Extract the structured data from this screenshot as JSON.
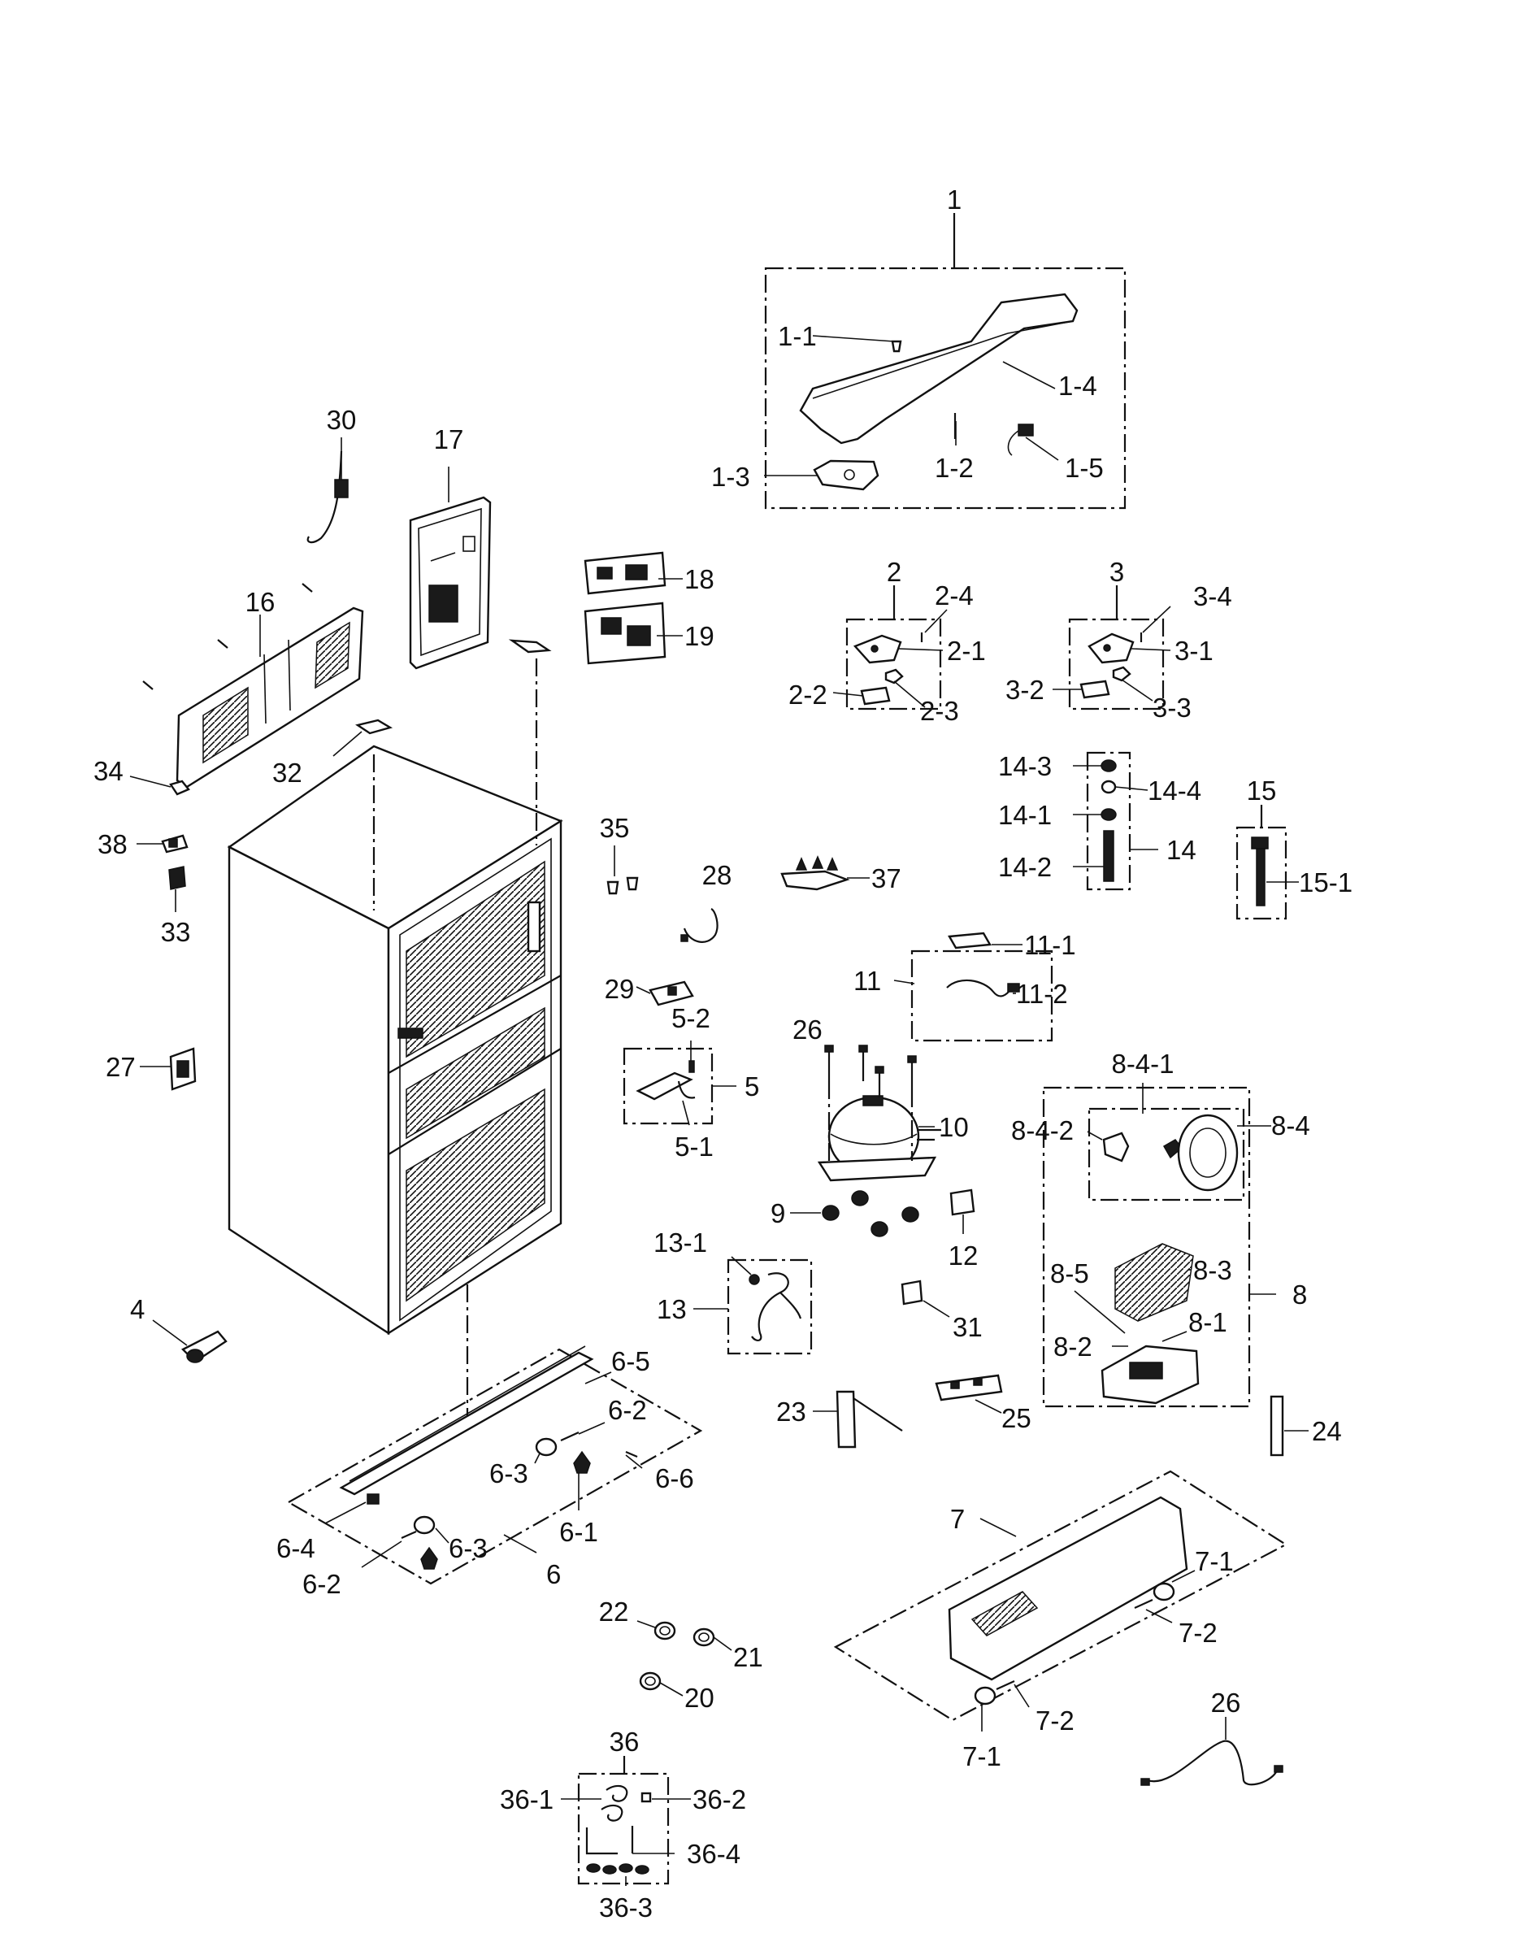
{
  "labels": {
    "l1": "1",
    "l1_1": "1-1",
    "l1_2": "1-2",
    "l1_3": "1-3",
    "l1_4": "1-4",
    "l1_5": "1-5",
    "l2": "2",
    "l2_1": "2-1",
    "l2_2": "2-2",
    "l2_3": "2-3",
    "l2_4": "2-4",
    "l3": "3",
    "l3_1": "3-1",
    "l3_2": "3-2",
    "l3_3": "3-3",
    "l3_4": "3-4",
    "l4": "4",
    "l5": "5",
    "l5_1": "5-1",
    "l5_2": "5-2",
    "l6": "6",
    "l6_1": "6-1",
    "l6_2a": "6-2",
    "l6_2b": "6-2",
    "l6_3a": "6-3",
    "l6_3b": "6-3",
    "l6_4": "6-4",
    "l6_5": "6-5",
    "l6_6": "6-6",
    "l7": "7",
    "l7_1a": "7-1",
    "l7_1b": "7-1",
    "l7_2a": "7-2",
    "l7_2b": "7-2",
    "l8": "8",
    "l8_1": "8-1",
    "l8_2": "8-2",
    "l8_3": "8-3",
    "l8_4": "8-4",
    "l8_4_1": "8-4-1",
    "l8_4_2": "8-4-2",
    "l8_5": "8-5",
    "l9": "9",
    "l10": "10",
    "l11": "11",
    "l11_1": "11-1",
    "l11_2": "11-2",
    "l12": "12",
    "l13": "13",
    "l13_1": "13-1",
    "l14": "14",
    "l14_1": "14-1",
    "l14_2": "14-2",
    "l14_3": "14-3",
    "l14_4": "14-4",
    "l15": "15",
    "l15_1": "15-1",
    "l16": "16",
    "l17": "17",
    "l18": "18",
    "l19": "19",
    "l20": "20",
    "l21": "21",
    "l22": "22",
    "l23": "23",
    "l24": "24",
    "l25": "25",
    "l26a": "26",
    "l26b": "26",
    "l27": "27",
    "l28": "28",
    "l29": "29",
    "l30": "30",
    "l31": "31",
    "l32": "32",
    "l33": "33",
    "l34": "34",
    "l35": "35",
    "l36": "36",
    "l36_1": "36-1",
    "l36_2": "36-2",
    "l36_3": "36-3",
    "l36_4": "36-4",
    "l37": "37",
    "l38": "38"
  }
}
